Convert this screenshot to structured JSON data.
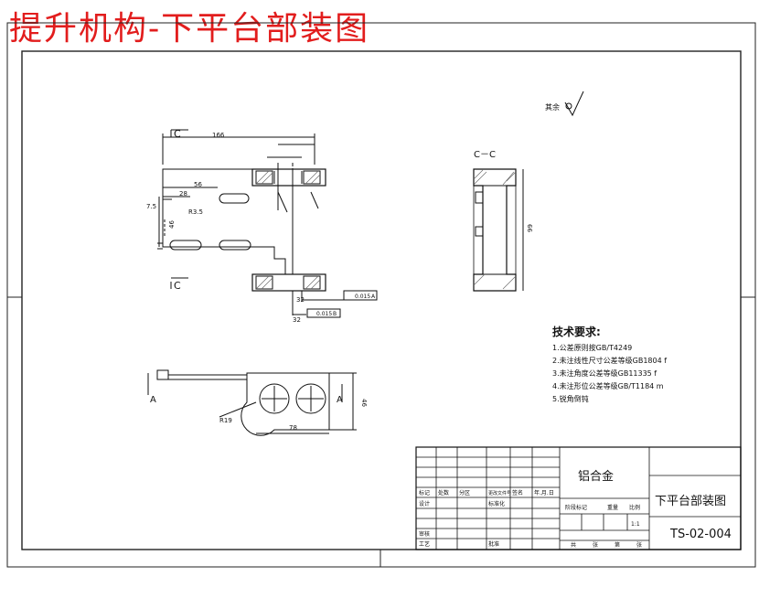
{
  "title": "提升机构-下平台部装图",
  "surface_finish": {
    "label": "其余"
  },
  "section": {
    "marker": "C",
    "view_label": "C－C"
  },
  "view_a": {
    "marker": "A"
  },
  "dimensions": {
    "d166": "166",
    "d56": "56",
    "d28": "28",
    "d7_5": "7.5",
    "r3_5": "R3.5",
    "d46": "46",
    "d46b": "46",
    "d99": "99",
    "d78": "78",
    "r19": "R19",
    "d32": "32",
    "d32b": "32",
    "tol1": "0.015",
    "tol2": "0.015",
    "datum1": "A",
    "datum2": "B"
  },
  "requirements": {
    "heading": "技术要求:",
    "items": [
      "1.公差原则按GB/T4249",
      "2.未注线性尺寸公差等级GB1804 f",
      "3.未注角度公差等级GB11335 f",
      "4.未注形位公差等级GB/T1184 m",
      "5.锐角倒钝"
    ]
  },
  "title_block": {
    "material": "铝合金",
    "drawing_name": "下平台部装图",
    "drawing_number": "TS-02-004",
    "scale": "1:1",
    "row_labels": [
      "标记",
      "处数",
      "分区",
      "更改文件号",
      "签名",
      "年.月.日"
    ],
    "design": "设计",
    "standardize": "标准化",
    "review": "审核",
    "process": "工艺",
    "approve": "批准",
    "stage_labels": [
      "阶段标记",
      "重量",
      "比例"
    ],
    "sheet_labels": [
      "共",
      "张",
      "第",
      "张"
    ]
  }
}
